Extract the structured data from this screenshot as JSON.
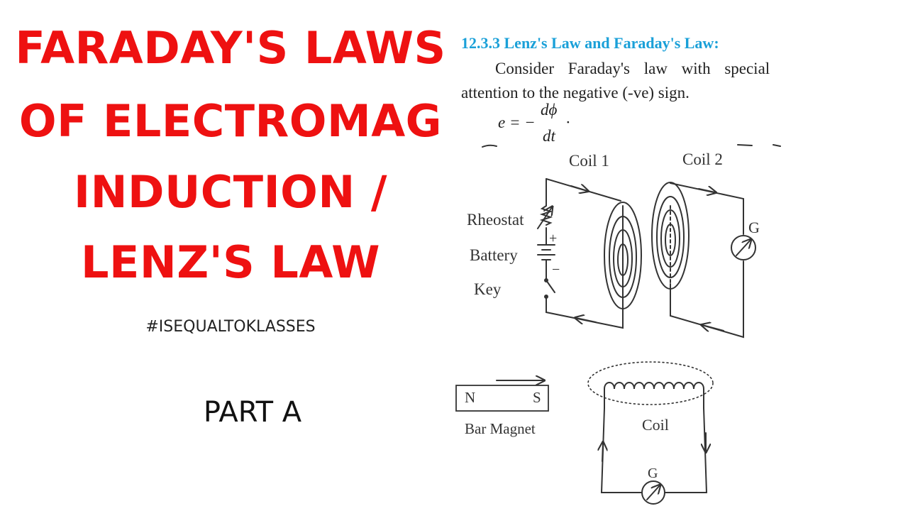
{
  "title_lines": [
    "FARADAY'S LAWS",
    "OF ELECTROMAG",
    "INDUCTION /",
    "LENZ'S LAW"
  ],
  "hashtag": "#ISEQUALTOKLASSES",
  "part": "PART A",
  "textbook": {
    "heading": "12.3.3 Lenz's Law and Faraday's Law:",
    "line1": "Consider Faraday's law with special",
    "line2": "attention to the negative (-ve) sign.",
    "eq_lhs": "e = −",
    "eq_num": "dϕ",
    "eq_den": "dt",
    "eq_dot": "·"
  },
  "figure1": {
    "coil1": "Coil 1",
    "coil2": "Coil 2",
    "rheostat": "Rheostat",
    "battery": "Battery",
    "key": "Key",
    "galvanometer": "G",
    "plus": "+",
    "minus": "−"
  },
  "figure2": {
    "magnet_n": "N",
    "magnet_s": "S",
    "bar_magnet": "Bar Magnet",
    "coil": "Coil",
    "galvanometer": "G"
  },
  "colors": {
    "title": "#ee1111",
    "heading": "#1aa0d8",
    "diagram": "#333333"
  }
}
